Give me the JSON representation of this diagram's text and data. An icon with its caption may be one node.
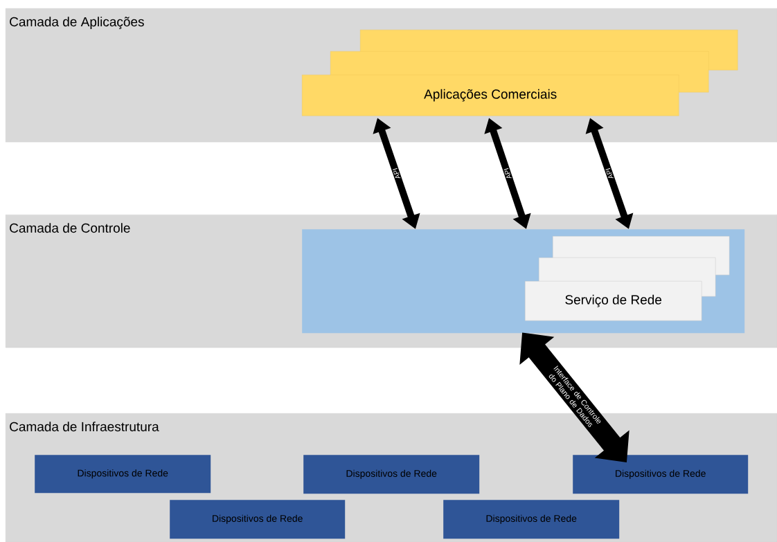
{
  "diagram": {
    "nodes": [
      {
        "text": [
          "Camada de Aplicações"
        ]
      },
      {
        "text": [],
        "shape": "box",
        "in": 0
      },
      {
        "text": [],
        "shape": "box",
        "in": 0
      },
      {
        "text": [
          "Aplicações Comerciais"
        ],
        "in": 0
      },
      {
        "text": [
          "Camada de Controle"
        ]
      },
      {
        "text": [],
        "shape": "box",
        "in": 4
      },
      {
        "text": [],
        "shape": "box",
        "in": 5
      },
      {
        "text": [],
        "shape": "box",
        "in": 5
      },
      {
        "text": [
          "Serviço de Rede"
        ],
        "in": 5
      },
      {
        "text": [
          "Camada de Infraestrutura"
        ]
      },
      {
        "text": [
          "Dispositivos de Rede"
        ],
        "in": 9
      },
      {
        "text": [
          "Dispositivos de Rede"
        ],
        "in": 9
      },
      {
        "text": [
          "Dispositivos de Rede"
        ],
        "in": 9
      },
      {
        "text": [
          "Dispositivos de Rede"
        ],
        "in": 9
      },
      {
        "text": [
          "Dispositivos de Rede"
        ],
        "in": 9
      }
    ],
    "edges": [
      {
        "from": 3,
        "to": 5,
        "arrow": "both",
        "label": "API"
      },
      {
        "from": 3,
        "to": 5,
        "arrow": "both",
        "label": "API"
      },
      {
        "from": 3,
        "to": 5,
        "arrow": "both",
        "label": "API"
      },
      {
        "from": 8,
        "to": 12,
        "arrow": "both",
        "style": "thick",
        "label": "Interface de Controle do Plano de Dados"
      }
    ]
  }
}
